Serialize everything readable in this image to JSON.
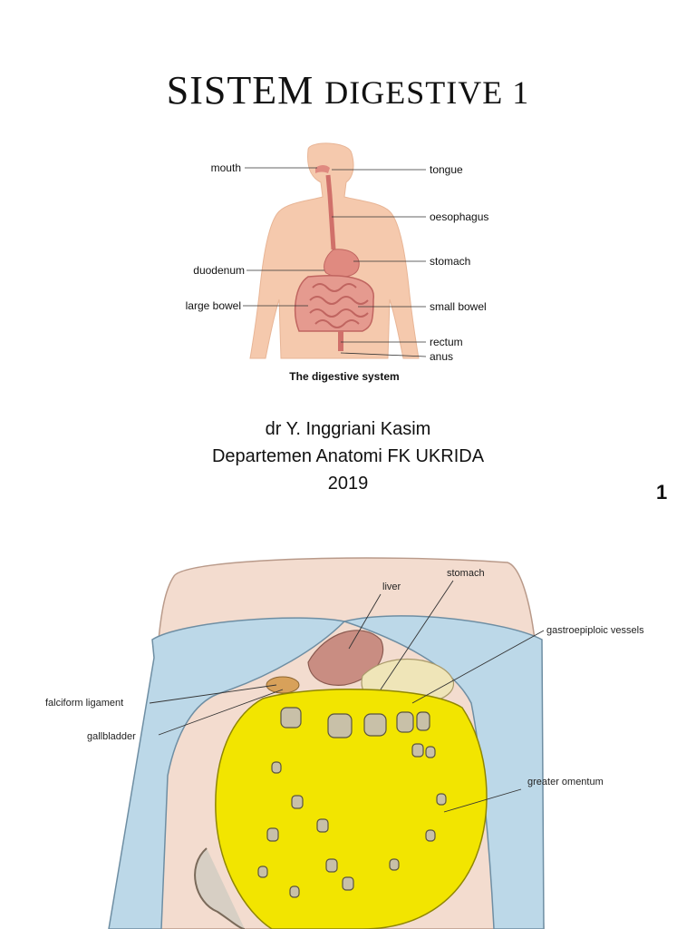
{
  "slide1": {
    "title_main": "SISTEM",
    "title_sub": "DIGESTIVE 1",
    "figure": {
      "labels_left": [
        "mouth",
        "duodenum",
        "large bowel"
      ],
      "labels_right": [
        "tongue",
        "oesophagus",
        "stomach",
        "small bowel",
        "rectum",
        "anus"
      ],
      "caption": "The digestive system"
    },
    "author": "dr Y. Inggriani Kasim",
    "department": "Departemen Anatomi FK UKRIDA",
    "year": "2019",
    "slide_number": "1"
  },
  "slide2": {
    "labels": {
      "liver": "liver",
      "stomach": "stomach",
      "gastroepiploic": "gastroepiploic vessels",
      "falciform": "falciform ligament",
      "gallbladder": "gallbladder",
      "greater_omentum": "greater omentum"
    }
  },
  "colors": {
    "skin": "#f5c9ad",
    "gut": "#e08a80",
    "omentum": "#f2e500",
    "flap": "#bcd8e8"
  }
}
